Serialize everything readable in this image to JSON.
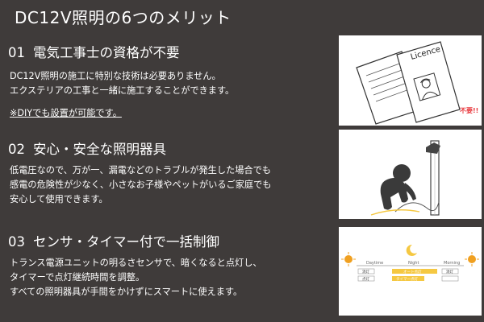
{
  "page": {
    "title": "DC12V照明の6つのメリット"
  },
  "sections": [
    {
      "number": "01",
      "heading": "電気工事士の資格が不要",
      "lines": [
        "DC12V照明の施工に特別な技術は必要ありません。",
        "エクステリアの工事と一緒に施工することができます。"
      ],
      "note": "※DIYでも設置が可能です。"
    },
    {
      "number": "02",
      "heading": "安心・安全な照明器具",
      "lines": [
        "低電圧なので、万が一、漏電などのトラブルが発生した場合でも",
        "感電の危険性が少なく、小さなお子様やペットがいるご家庭でも",
        "安心して使用できます。"
      ]
    },
    {
      "number": "03",
      "heading": "センサ・タイマー付で一括制御",
      "lines": [
        "トランス電源ユニットの明るさセンサで、暗くなると点灯し、",
        "タイマーで点灯継続時間を調整。",
        "すべての照明器具が手間をかけずにスマートに使えます。"
      ]
    }
  ],
  "illustrations": {
    "licence": {
      "doc_label": "Licence",
      "stamp": "不要!!"
    },
    "timer": {
      "daytime": "Daytime",
      "night": "Night",
      "morning": "Morning",
      "sensor_label": "オート点灯",
      "timer_label": "タイマー点灯",
      "boxes": [
        "消灯",
        "点灯",
        "消灯"
      ]
    }
  },
  "colors": {
    "background": "#3f3b3a",
    "text": "#ffffff",
    "accent_yellow": "#f5c842",
    "sun_orange": "#f0a020",
    "stamp_red": "#e8383d"
  }
}
